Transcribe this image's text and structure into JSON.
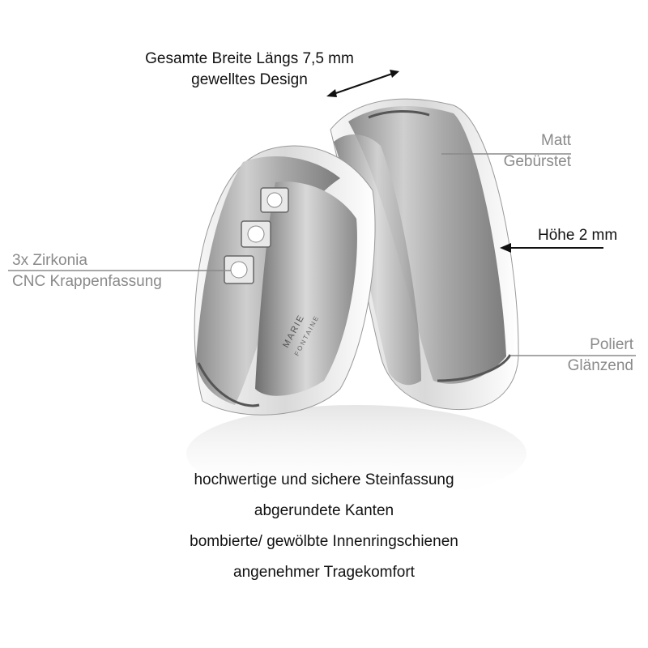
{
  "annotations": {
    "width_line1": "Gesamte Breite Längs 7,5 mm",
    "width_line2": "gewelltes Design",
    "matt_line1": "Matt",
    "matt_line2": "Gebürstet",
    "height": "Höhe 2 mm",
    "stones_line1": "3x Zirkonia",
    "stones_line2": "CNC Krappenfassung",
    "polished_line1": "Poliert",
    "polished_line2": "Glänzend"
  },
  "features": [
    "hochwertige und sichere Steinfassung",
    "abgerundete Kanten",
    "bombierte/ gewölbte Innenringschienen",
    "angenehmer Tragekomfort"
  ],
  "engraving": {
    "line1": "MARIE",
    "line2": "FONTAINE"
  },
  "colors": {
    "label_dark": "#111111",
    "label_grey": "#8a8a8a",
    "metal_light": "#f2f2f2",
    "metal_mid": "#bdbdbd",
    "metal_dark": "#7a7a7a"
  }
}
